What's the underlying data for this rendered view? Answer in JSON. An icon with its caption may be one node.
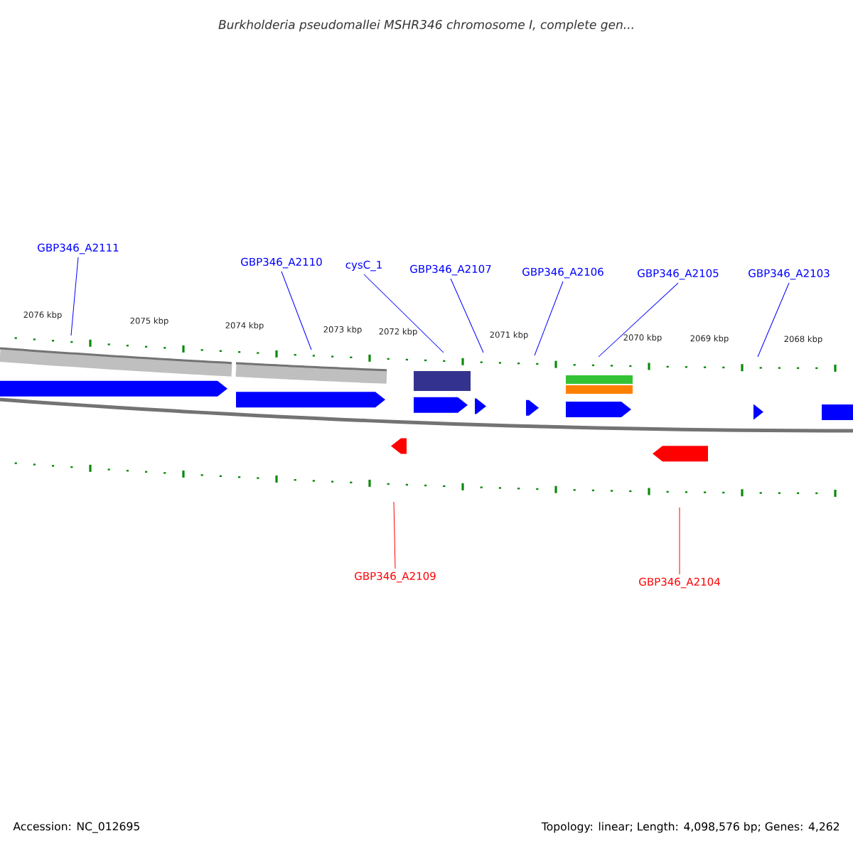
{
  "diagram": {
    "title": "Burkholderia pseudomallei MSHR346 chromosome I, complete gen...",
    "nodes": [
      {
        "text": [
          "GBP346_A2111"
        ]
      },
      {
        "text": [
          "GBP346_A2110"
        ]
      },
      {
        "text": [
          "cysC_1"
        ]
      },
      {
        "text": [
          "GBP346_A2107"
        ]
      },
      {
        "text": [
          "GBP346_A2106"
        ]
      },
      {
        "text": [
          "GBP346_A2105"
        ]
      },
      {
        "text": [
          "GBP346_A2103"
        ]
      },
      {
        "text": [
          "GBP346_A2109"
        ]
      },
      {
        "text": [
          "GBP346_A2104"
        ]
      }
    ],
    "edges": [
      {
        "from": 0,
        "to": null,
        "arrow": "none"
      },
      {
        "from": 1,
        "to": null,
        "arrow": "none"
      },
      {
        "from": 2,
        "to": null,
        "arrow": "none"
      },
      {
        "from": 3,
        "to": null,
        "arrow": "none"
      },
      {
        "from": 4,
        "to": null,
        "arrow": "none"
      },
      {
        "from": 5,
        "to": null,
        "arrow": "none"
      },
      {
        "from": 6,
        "to": null,
        "arrow": "none"
      },
      {
        "from": 7,
        "to": null,
        "arrow": "none",
        "color": "#ff0000"
      },
      {
        "from": 8,
        "to": null,
        "arrow": "none",
        "color": "#ff0000"
      }
    ],
    "labels": [
      "2076 kbp",
      "2075 kbp",
      "2074 kbp",
      "2073 kbp",
      "2072 kbp",
      "2071 kbp",
      "2070 kbp",
      "2069 kbp",
      "2068 kbp",
      "Accession: NC_012695",
      "Topology: linear; Length: 4,098,576 bp; Genes: 4,262"
    ]
  }
}
